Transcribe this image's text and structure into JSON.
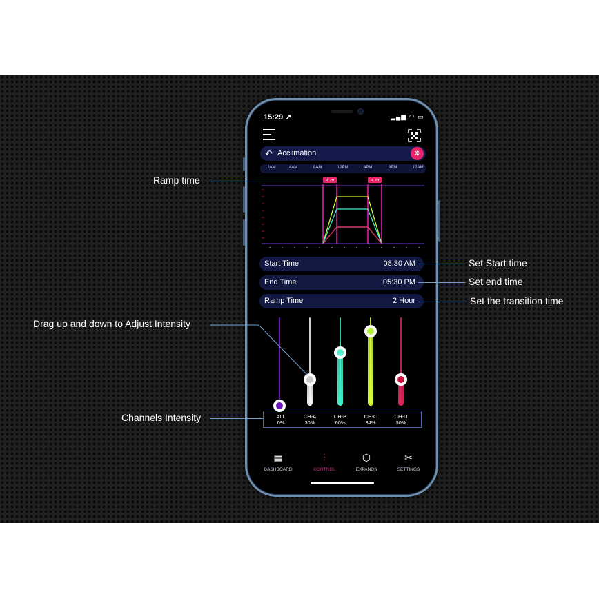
{
  "status": {
    "time": "15:29 ↗",
    "icons": "▂▄▆ ◠ ▭"
  },
  "header": {
    "title": "Acclimation",
    "back_icon": "↶",
    "badge_icon": "coral-icon",
    "badge_glyph": "❋"
  },
  "timeline": {
    "ticks": [
      "12AM",
      "4AM",
      "8AM",
      "12PM",
      "4PM",
      "8PM",
      "12AM"
    ],
    "ramp_badge": "R. 2H"
  },
  "settings": [
    {
      "label": "Start Time",
      "value": "08:30 AM"
    },
    {
      "label": "End Time",
      "value": "05:30 PM"
    },
    {
      "label": "Ramp Time",
      "value": "2 Hour"
    }
  ],
  "channels": [
    {
      "name": "ALL",
      "percent": "0%",
      "level": 0.0,
      "color": "#7a1fd0",
      "knob": "#6a1ab8"
    },
    {
      "name": "CH-A",
      "percent": "30%",
      "level": 0.3,
      "color": "#f2f2f2",
      "knob": "#c9c9c9"
    },
    {
      "name": "CH-B",
      "percent": "60%",
      "level": 0.6,
      "color": "#3ff0c8",
      "knob": "#4ff2cf"
    },
    {
      "name": "CH-C",
      "percent": "84%",
      "level": 0.84,
      "color": "#d6ff3a",
      "knob": "#b8f23a"
    },
    {
      "name": "CH-D",
      "percent": "30%",
      "level": 0.3,
      "color": "#e0245a",
      "knob": "#c8143e"
    }
  ],
  "nav": [
    {
      "label": "DASHBOARD",
      "icon": "dashboard-icon",
      "glyph": "▦",
      "color": "#cfd6e6"
    },
    {
      "label": "CONTROL",
      "icon": "sliders-icon",
      "glyph": "⫶",
      "color": "#e0208a"
    },
    {
      "label": "EXPANDS",
      "icon": "expand-icon",
      "glyph": "⬡",
      "color": "#cfd6e6"
    },
    {
      "label": "SETTINGS",
      "icon": "tools-icon",
      "glyph": "✂",
      "color": "#cfd6e6"
    }
  ],
  "annotations": {
    "ramp": "Ramp time",
    "start": "Set Start time",
    "end": "Set end time",
    "transition": "Set the transition time",
    "drag": "Drag up and down to Adjust Intensity",
    "intensity": "Channels Intensity"
  }
}
